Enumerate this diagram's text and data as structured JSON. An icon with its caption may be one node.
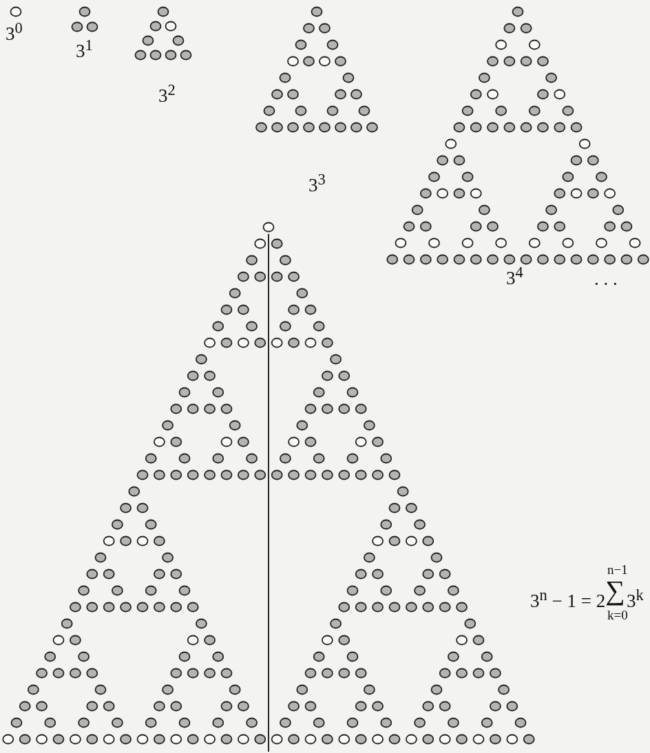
{
  "diagram": {
    "labels": [
      "3$^{0}$",
      "3$^{1}$",
      "3$^{2}$",
      "3$^{3}$",
      "3$^{4}$",
      ". . .",
      "3$^{n}$ − 1 = 2",
      "n−1",
      "∑",
      "k=0",
      "3$^{k}$"
    ]
  }
}
